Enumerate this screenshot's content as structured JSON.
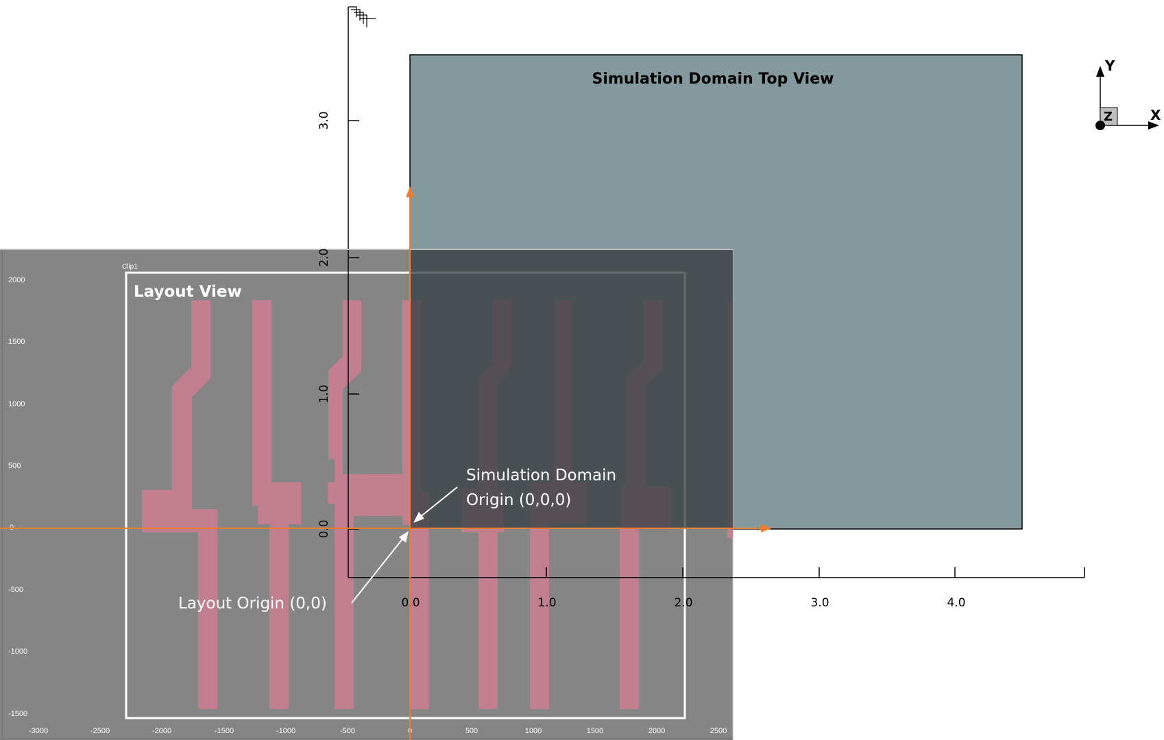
{
  "sim_domain": {
    "title": "Simulation Domain Top View",
    "fill": "#84999d",
    "x_ticks": [
      "0.0",
      "1.0",
      "2.0",
      "3.0",
      "4.0"
    ],
    "y_ticks": [
      "0.0",
      "1.0",
      "2.0",
      "3.0"
    ]
  },
  "layout_view": {
    "title": "Layout  View",
    "clip_label": "Clip1",
    "background": "#858585",
    "shape_color": "#c07e8f",
    "x_ticks": [
      "-3000",
      "-2500",
      "-2000",
      "-1500",
      "-1000",
      "-500",
      "0",
      "500",
      "1000",
      "1500",
      "2000",
      "2500"
    ],
    "y_ticks": [
      "2000",
      "1500",
      "1000",
      "500",
      "0",
      "-500",
      "-1000",
      "-1500"
    ]
  },
  "annotations": {
    "sim_origin_line1": "Simulation Domain",
    "sim_origin_line2": "Origin (0,0,0)",
    "layout_origin": "Layout Origin (0,0)"
  },
  "triad": {
    "x": "X",
    "y": "Y",
    "z": "Z"
  },
  "colors": {
    "origin_axes": "#ed7d31",
    "annotation": "#ffffff",
    "overlap": "#444c4f"
  }
}
